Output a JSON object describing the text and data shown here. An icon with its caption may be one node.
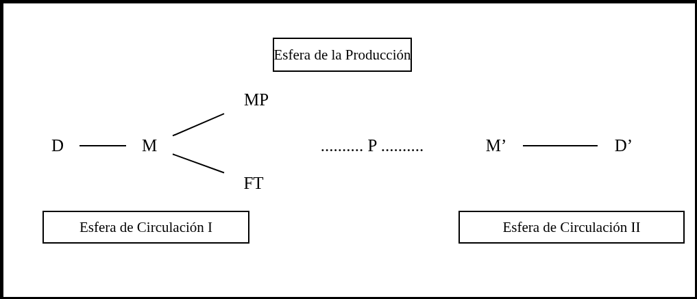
{
  "diagram": {
    "nodes": [
      {
        "text": [
          "Esfera de la Producción"
        ]
      },
      {
        "text": [
          "MP"
        ]
      },
      {
        "text": [
          "D"
        ]
      },
      {
        "text": [
          "M"
        ]
      },
      {
        "text": [
          ".......... P .........."
        ]
      },
      {
        "text": [
          "M’"
        ]
      },
      {
        "text": [
          "D’"
        ]
      },
      {
        "text": [
          "FT"
        ]
      },
      {
        "text": [
          "Esfera de Circulación I"
        ]
      },
      {
        "text": [
          "Esfera de Circulación II"
        ]
      }
    ],
    "edges": [
      {
        "from": 2,
        "to": 3,
        "arrow": "none"
      },
      {
        "from": 3,
        "to": 1,
        "arrow": "none"
      },
      {
        "from": 3,
        "to": 7,
        "arrow": "none"
      },
      {
        "from": 5,
        "to": 6,
        "arrow": "none"
      }
    ]
  }
}
